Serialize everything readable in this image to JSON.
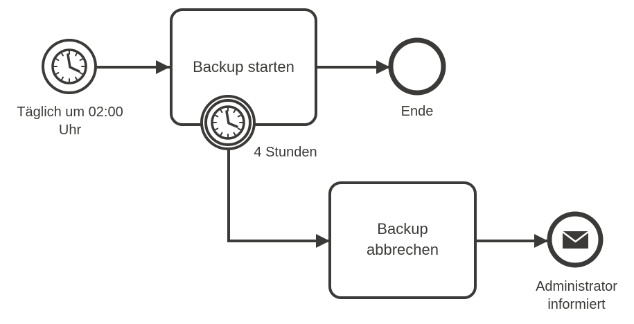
{
  "colors": {
    "stroke": "#3c3a38",
    "fill": "#ffffff",
    "text": "#3c3a38"
  },
  "events": {
    "start": {
      "type": "timer-start",
      "label_line1": "Täglich um 02:00",
      "label_line2": "Uhr"
    },
    "end": {
      "type": "end",
      "label": "Ende"
    },
    "boundary": {
      "type": "timer-boundary",
      "label": "4 Stunden"
    },
    "message_end": {
      "type": "message-end",
      "label_line1": "Administrator",
      "label_line2": "informiert"
    }
  },
  "tasks": {
    "backup_start": {
      "label": "Backup starten"
    },
    "backup_cancel": {
      "label_line1": "Backup",
      "label_line2": "abbrechen"
    }
  },
  "icons": {
    "timer": "clock-icon",
    "message": "envelope-icon"
  }
}
